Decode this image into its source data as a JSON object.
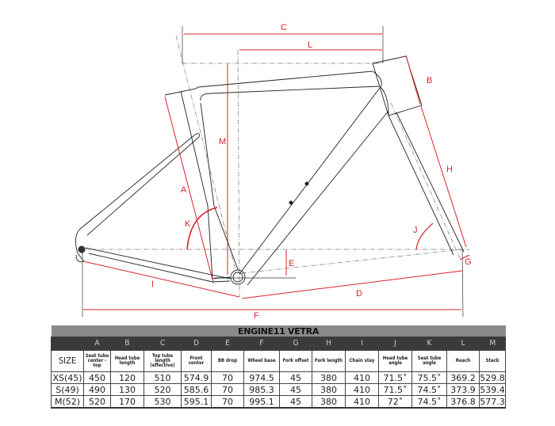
{
  "diagram": {
    "labels": {
      "A": "A",
      "B": "B",
      "C": "C",
      "D": "D",
      "E": "E",
      "F": "F",
      "G": "G",
      "H": "H",
      "I": "I",
      "J": "J",
      "K": "K",
      "L": "L",
      "M": "M"
    }
  },
  "table": {
    "title": "ENGINE11 VETRA",
    "letters": [
      "",
      "A",
      "B",
      "C",
      "D",
      "E",
      "F",
      "G",
      "H",
      "I",
      "J",
      "K",
      "L",
      "M"
    ],
    "headers": [
      "SIZE",
      "Seat tube center - top",
      "Head tube length",
      "Top tube length (effective)",
      "Front center",
      "BB drop",
      "Wheel base",
      "Fork offset",
      "Fork length",
      "Chain stay",
      "Head tube angle",
      "Seat tube angle",
      "Reach",
      "Stack"
    ],
    "rows": [
      [
        "XS(45)",
        "450",
        "120",
        "510",
        "574.9",
        "70",
        "974.5",
        "45",
        "380",
        "410",
        "71.5˚",
        "75.5˚",
        "369.2",
        "529.8"
      ],
      [
        "S(49)",
        "490",
        "130",
        "520",
        "585.6",
        "70",
        "985.3",
        "45",
        "380",
        "410",
        "71.5˚",
        "74.5˚",
        "373.9",
        "539.4"
      ],
      [
        "M(52)",
        "520",
        "170",
        "530",
        "595.1",
        "70",
        "995.1",
        "45",
        "380",
        "410",
        "72˚",
        "74.5˚",
        "376.8",
        "577.3"
      ]
    ]
  },
  "colors": {
    "dimension": "#d8232a",
    "header_bg": "#3b3b3b",
    "title_bg": "#8a8a8a"
  }
}
